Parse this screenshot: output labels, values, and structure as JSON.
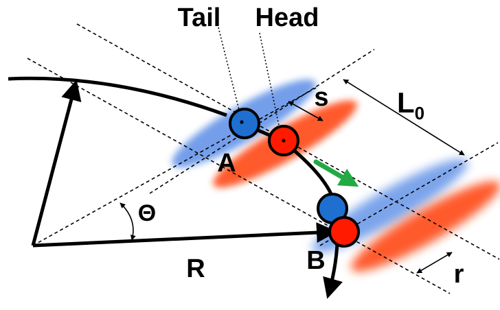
{
  "labels": {
    "tail": "Tail",
    "head": "Head",
    "s": "s",
    "l0_main": "L",
    "l0_sub": "0",
    "point_a": "A",
    "point_b": "B",
    "theta": "Θ",
    "radius": "R",
    "r": "r"
  },
  "colors": {
    "tail_particle": "#1f6fd1",
    "head_particle": "#ff1a00",
    "tail_region": "#5b8ee6",
    "head_region": "#ff4a12",
    "motion_arrow": "#22aa44",
    "line": "#000000"
  }
}
